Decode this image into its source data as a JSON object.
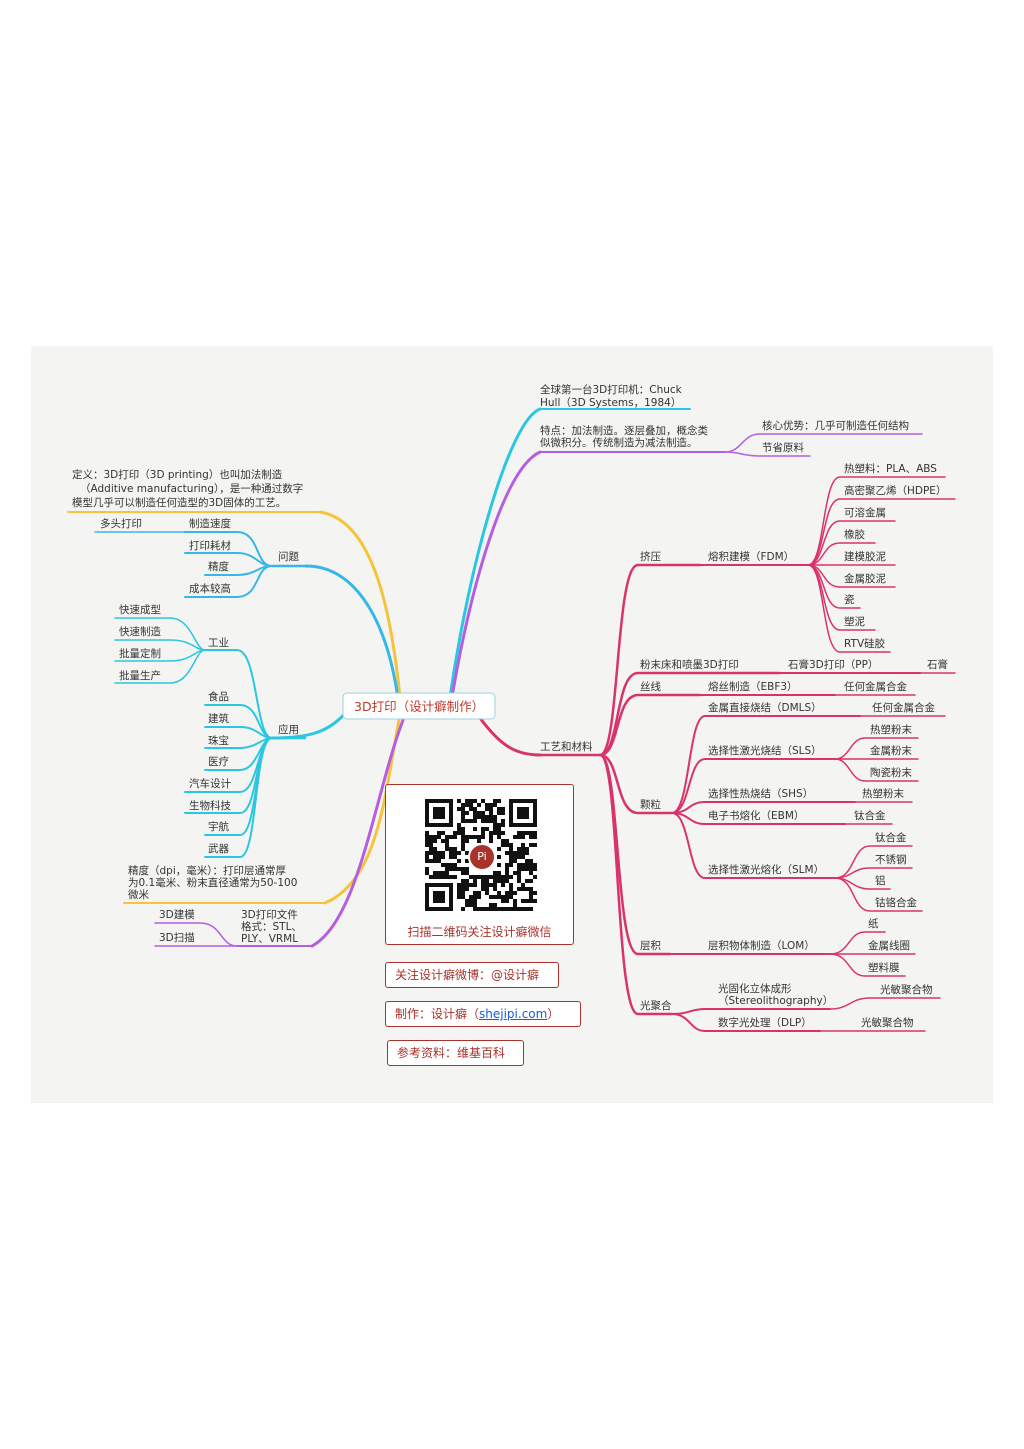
{
  "center": "3D打印（设计癖制作）",
  "colors": {
    "background": "#f4f5f2",
    "center_border": "#9bd1e0",
    "yellow": "#f5c43d",
    "blue": "#37b6ea",
    "cyan": "#2bc6e0",
    "purple": "#b55fe0",
    "crimson": "#d9336b",
    "brand_red": "#a8322c"
  },
  "left": {
    "definition": {
      "lines": [
        "定义：3D打印（3D printing）也叫加法制造",
        "（Additive manufacturing），是一种通过数字",
        "模型几乎可以制造任何造型的3D固体的工艺。"
      ]
    },
    "problems": {
      "label": "问题",
      "items": [
        "制造速度",
        "打印耗材",
        "精度",
        "成本较高"
      ],
      "speed_child": "多头打印"
    },
    "applications": {
      "label": "应用",
      "industry": {
        "label": "工业",
        "items": [
          "快速成型",
          "快速制造",
          "批量定制",
          "批量生产"
        ]
      },
      "items": [
        "食品",
        "建筑",
        "珠宝",
        "医疗",
        "汽车设计",
        "生物科技",
        "宇航",
        "武器"
      ]
    },
    "precision": {
      "lines": [
        "精度（dpi，毫米）：打印层通常厚",
        "为0.1毫米、粉末直径通常为50-100",
        "微米"
      ]
    },
    "file": {
      "lines": [
        "3D打印文件",
        "格式：STL、",
        "PLY、VRML"
      ],
      "sources": [
        "3D建模",
        "3D扫描"
      ]
    }
  },
  "right": {
    "history": {
      "lines": [
        "全球第一台3D打印机：Chuck",
        "Hull（3D Systems，1984）"
      ]
    },
    "feature": {
      "lines": [
        "特点：加法制造。逐层叠加，概念类",
        "似微积分。传统制造为减法制造。"
      ],
      "children": [
        "核心优势：几乎可制造任何结构",
        "节省原料"
      ]
    },
    "process": {
      "label": "工艺和材料",
      "extrusion": {
        "label": "挤压",
        "method": "熔积建模（FDM）",
        "materials": [
          "热塑料：PLA、ABS",
          "高密聚乙烯（HDPE）",
          "可溶金属",
          "橡胶",
          "建模胶泥",
          "金属胶泥",
          "瓷",
          "塑泥",
          "RTV硅胶"
        ]
      },
      "powder_bed": {
        "label": "粉末床和喷墨3D打印",
        "method": "石膏3D打印（PP）",
        "material": "石膏"
      },
      "wire": {
        "label": "丝线",
        "method": "熔丝制造（EBF3）",
        "material": "任何金属合金"
      },
      "granular": {
        "label": "颗粒",
        "dmls": {
          "method": "金属直接烧结（DMLS）",
          "material": "任何金属合金"
        },
        "sls": {
          "method": "选择性激光烧结（SLS）",
          "materials": [
            "热塑粉末",
            "金属粉末",
            "陶瓷粉末"
          ]
        },
        "shs": {
          "method": "选择性热烧结（SHS）",
          "material": "热塑粉末"
        },
        "ebm": {
          "method": "电子书熔化（EBM）",
          "material": "钛合金"
        },
        "slm": {
          "method": "选择性激光熔化（SLM）",
          "materials": [
            "钛合金",
            "不锈钢",
            "铝",
            "钴铬合金"
          ]
        }
      },
      "lamination": {
        "label": "层积",
        "method": "层积物体制造（LOM）",
        "materials": [
          "纸",
          "金属线圈",
          "塑料膜"
        ]
      },
      "photopolymer": {
        "label": "光聚合",
        "sla_lines": [
          "光固化立体成形",
          "（Stereolithography）"
        ],
        "sla_material": "光敏聚合物",
        "dlp": "数字光处理（DLP）",
        "dlp_material": "光敏聚合物"
      }
    }
  },
  "qr": {
    "caption": "扫描二维码关注设计癖微信",
    "logo": "Pi"
  },
  "links": {
    "weibo": "关注设计癖微博：@设计癖",
    "made_prefix": "制作：设计癖（",
    "made_link": "shejipi.com",
    "made_suffix": "）",
    "reference": "参考资料：维基百科"
  }
}
